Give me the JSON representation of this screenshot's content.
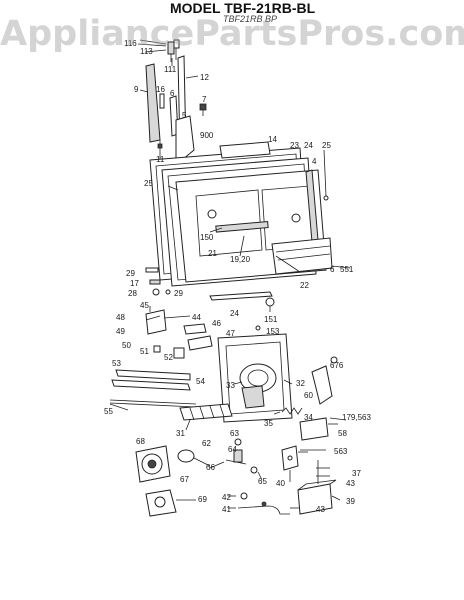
{
  "header": {
    "title": "MODEL TBF-21RB-BL",
    "subtitle": "TBF21RB BP",
    "watermark": "AppliancePartsPros.com"
  },
  "callouts": [
    {
      "id": "116",
      "label": "116"
    },
    {
      "id": "113",
      "label": "113"
    },
    {
      "id": "111",
      "label": "111"
    },
    {
      "id": "12",
      "label": "12"
    },
    {
      "id": "9",
      "label": "9"
    },
    {
      "id": "16",
      "label": "16"
    },
    {
      "id": "6",
      "label": "6"
    },
    {
      "id": "7",
      "label": "7"
    },
    {
      "id": "5",
      "label": "5"
    },
    {
      "id": "900",
      "label": "900"
    },
    {
      "id": "14",
      "label": "14"
    },
    {
      "id": "11",
      "label": "11"
    },
    {
      "id": "23",
      "label": "23"
    },
    {
      "id": "24a",
      "label": "24"
    },
    {
      "id": "25a",
      "label": "25"
    },
    {
      "id": "4",
      "label": "4"
    },
    {
      "id": "25b",
      "label": "25"
    },
    {
      "id": "150",
      "label": "150"
    },
    {
      "id": "21",
      "label": "21"
    },
    {
      "id": "1920",
      "label": "19,20"
    },
    {
      "id": "22",
      "label": "22"
    },
    {
      "id": "551",
      "label": "551"
    },
    {
      "id": "6b",
      "label": "6"
    },
    {
      "id": "29a",
      "label": "29"
    },
    {
      "id": "17",
      "label": "17"
    },
    {
      "id": "28",
      "label": "28"
    },
    {
      "id": "29b",
      "label": "29"
    },
    {
      "id": "24b",
      "label": "24"
    },
    {
      "id": "151",
      "label": "151"
    },
    {
      "id": "45",
      "label": "45"
    },
    {
      "id": "48",
      "label": "48"
    },
    {
      "id": "44",
      "label": "44"
    },
    {
      "id": "49",
      "label": "49"
    },
    {
      "id": "46",
      "label": "46"
    },
    {
      "id": "47",
      "label": "47"
    },
    {
      "id": "153",
      "label": "153"
    },
    {
      "id": "50",
      "label": "50"
    },
    {
      "id": "51",
      "label": "51"
    },
    {
      "id": "52",
      "label": "52"
    },
    {
      "id": "53",
      "label": "53"
    },
    {
      "id": "676",
      "label": "676"
    },
    {
      "id": "54",
      "label": "54"
    },
    {
      "id": "33",
      "label": "33"
    },
    {
      "id": "32",
      "label": "32"
    },
    {
      "id": "60",
      "label": "60"
    },
    {
      "id": "55",
      "label": "55"
    },
    {
      "id": "34",
      "label": "34"
    },
    {
      "id": "35",
      "label": "35"
    },
    {
      "id": "179563",
      "label": "179,563"
    },
    {
      "id": "31",
      "label": "31"
    },
    {
      "id": "58",
      "label": "58"
    },
    {
      "id": "68",
      "label": "68"
    },
    {
      "id": "62",
      "label": "62"
    },
    {
      "id": "63",
      "label": "63"
    },
    {
      "id": "64",
      "label": "64"
    },
    {
      "id": "563",
      "label": "563"
    },
    {
      "id": "66",
      "label": "66"
    },
    {
      "id": "67",
      "label": "67"
    },
    {
      "id": "65",
      "label": "65"
    },
    {
      "id": "40",
      "label": "40"
    },
    {
      "id": "37",
      "label": "37"
    },
    {
      "id": "43a",
      "label": "43"
    },
    {
      "id": "69",
      "label": "69"
    },
    {
      "id": "42",
      "label": "42"
    },
    {
      "id": "41",
      "label": "41"
    },
    {
      "id": "43b",
      "label": "43"
    },
    {
      "id": "39",
      "label": "39"
    }
  ]
}
